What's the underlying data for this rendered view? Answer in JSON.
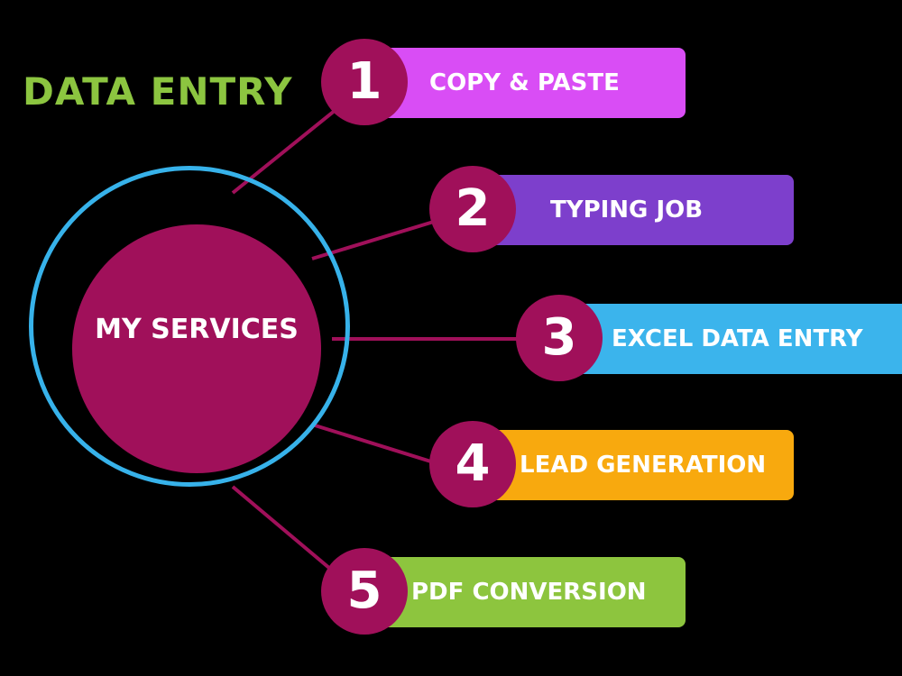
{
  "heading": "DATA ENTRY",
  "center_label": "MY SERVICES",
  "colors": {
    "background": "#000000",
    "heading": "#8cc540",
    "ring": "#37b2ea",
    "core": "#a0105a",
    "connector": "#a0105a"
  },
  "services": [
    {
      "number": "1",
      "label": "COPY & PASTE",
      "color": "#d94df5"
    },
    {
      "number": "2",
      "label": "TYPING JOB",
      "color": "#7d3fcc"
    },
    {
      "number": "3",
      "label": "EXCEL DATA ENTRY",
      "color": "#3bb4ec"
    },
    {
      "number": "4",
      "label": "LEAD GENERATION",
      "color": "#f8a90e"
    },
    {
      "number": "5",
      "label": "PDF CONVERSION",
      "color": "#8dc53e"
    }
  ]
}
